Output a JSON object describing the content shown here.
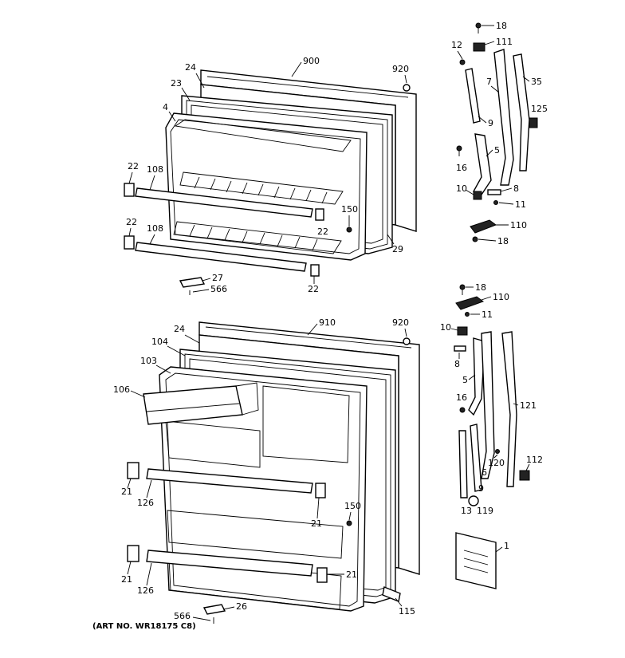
{
  "caption": "(ART NO. WR18175 C8)",
  "labels": {
    "top": [
      {
        "id": "900",
        "text": "900"
      },
      {
        "id": "920a",
        "text": "920"
      },
      {
        "id": "24a",
        "text": "24"
      },
      {
        "id": "23",
        "text": "23"
      },
      {
        "id": "4",
        "text": "4"
      },
      {
        "id": "22a",
        "text": "22"
      },
      {
        "id": "108a",
        "text": "108"
      },
      {
        "id": "22b",
        "text": "22"
      },
      {
        "id": "108b",
        "text": "108"
      },
      {
        "id": "150a",
        "text": "150"
      },
      {
        "id": "22c",
        "text": "22"
      },
      {
        "id": "29",
        "text": "29"
      },
      {
        "id": "22d",
        "text": "22"
      },
      {
        "id": "27",
        "text": "27"
      },
      {
        "id": "566a",
        "text": "566"
      }
    ],
    "top_right": [
      {
        "id": "18a",
        "text": "18"
      },
      {
        "id": "12",
        "text": "12"
      },
      {
        "id": "111",
        "text": "111"
      },
      {
        "id": "7",
        "text": "7"
      },
      {
        "id": "35",
        "text": "35"
      },
      {
        "id": "125",
        "text": "125"
      },
      {
        "id": "9a",
        "text": "9"
      },
      {
        "id": "5a",
        "text": "5"
      },
      {
        "id": "16a",
        "text": "16"
      },
      {
        "id": "10a",
        "text": "10"
      },
      {
        "id": "8a",
        "text": "8"
      },
      {
        "id": "11a",
        "text": "11"
      },
      {
        "id": "110a",
        "text": "110"
      },
      {
        "id": "18b",
        "text": "18"
      }
    ],
    "bottom": [
      {
        "id": "910",
        "text": "910"
      },
      {
        "id": "920b",
        "text": "920"
      },
      {
        "id": "24b",
        "text": "24"
      },
      {
        "id": "104",
        "text": "104"
      },
      {
        "id": "103",
        "text": "103"
      },
      {
        "id": "106",
        "text": "106"
      },
      {
        "id": "21a",
        "text": "21"
      },
      {
        "id": "126a",
        "text": "126"
      },
      {
        "id": "150b",
        "text": "150"
      },
      {
        "id": "21b",
        "text": "21"
      },
      {
        "id": "21c",
        "text": "21"
      },
      {
        "id": "126b",
        "text": "126"
      },
      {
        "id": "21d",
        "text": "21"
      },
      {
        "id": "115",
        "text": "115"
      },
      {
        "id": "566b",
        "text": "566"
      },
      {
        "id": "26",
        "text": "26"
      }
    ],
    "bottom_right": [
      {
        "id": "18c",
        "text": "18"
      },
      {
        "id": "110b",
        "text": "110"
      },
      {
        "id": "11b",
        "text": "11"
      },
      {
        "id": "10b",
        "text": "10"
      },
      {
        "id": "8b",
        "text": "8"
      },
      {
        "id": "5b",
        "text": "5"
      },
      {
        "id": "16b",
        "text": "16"
      },
      {
        "id": "121",
        "text": "121"
      },
      {
        "id": "6",
        "text": "6"
      },
      {
        "id": "120",
        "text": "120"
      },
      {
        "id": "112",
        "text": "112"
      },
      {
        "id": "9b",
        "text": "9"
      },
      {
        "id": "13",
        "text": "13"
      },
      {
        "id": "119",
        "text": "119"
      },
      {
        "id": "1",
        "text": "1"
      }
    ]
  }
}
